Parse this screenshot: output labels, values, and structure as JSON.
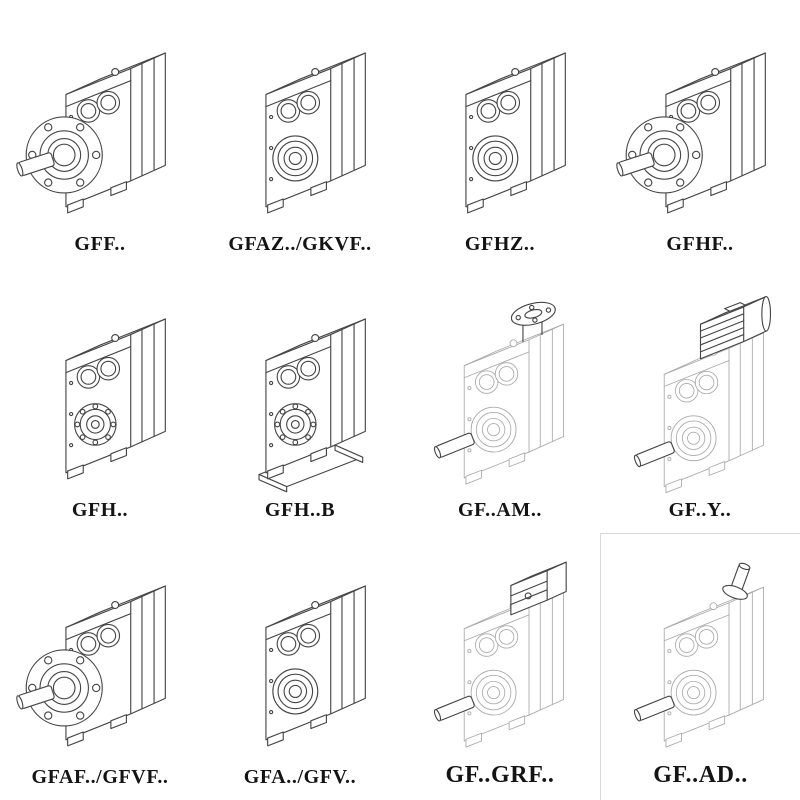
{
  "page": {
    "title": "Helical gear unit model variants",
    "background": "#ffffff"
  },
  "colors": {
    "line_ink": "#454545",
    "ghost_ink": "#aaaaaa",
    "label_text": "#141414"
  },
  "catalog": {
    "cells": [
      {
        "label": "GFF..",
        "drawing": "helical-gear-unit-output-flange"
      },
      {
        "label": "GFAZ../GKVF..",
        "drawing": "helical-gear-unit-hollow-shaft"
      },
      {
        "label": "GFHZ..",
        "drawing": "helical-gear-unit-hollow-shaft"
      },
      {
        "label": "GFHF..",
        "drawing": "helical-gear-unit-output-flange"
      },
      {
        "label": "GFH..",
        "drawing": "helical-gear-unit-shaft-mounted"
      },
      {
        "label": "GFH..B",
        "drawing": "helical-gear-unit-shaft-mounted-base"
      },
      {
        "label": "GF..AM..",
        "drawing": "gear-unit-motor-adapter-flange-ghost"
      },
      {
        "label": "GF..Y..",
        "drawing": "gear-unit-with-motor-ghost"
      },
      {
        "label": "GFAF../GFVF..",
        "drawing": "helical-gear-unit-output-flange"
      },
      {
        "label": "GFA../GFV..",
        "drawing": "helical-gear-unit-hollow-shaft"
      },
      {
        "label": "GF..GRF..",
        "drawing": "gear-unit-brake-adapter-ghost"
      },
      {
        "label": "GF..AD..",
        "drawing": "gear-unit-input-shaft-adapter-ghost"
      }
    ]
  }
}
